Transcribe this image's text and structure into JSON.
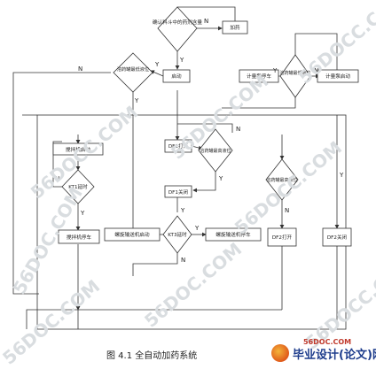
{
  "watermarks": [
    {
      "text": "56DOCC.COM"
    },
    {
      "text": "56DOC.COM"
    },
    {
      "text": "56DOC.COM"
    },
    {
      "text": "56DOCC.COM"
    },
    {
      "text": "56DOCC.COM"
    },
    {
      "text": "56DOC.COM"
    },
    {
      "text": "56DOCC.COM"
    },
    {
      "text": "56DOC.COM"
    }
  ],
  "nodes": {
    "check_material": "确认料斗中的药剂含量",
    "add_material": "加药",
    "liquid_low_top": "溶药罐最低液位",
    "start": "启动",
    "meter_pump_stop": "计量泵停车",
    "liquid_low_right": "溶药罐最低液位",
    "meter_pump_start": "计量泵启动",
    "stirrer_start": "搅拌机启动",
    "kt1": "KT1延时",
    "stirrer_stop": "搅拌机停车",
    "df1_open": "DF1打开",
    "liquid_high_mid": "溶药罐最高液位",
    "df1_close": "DF1关闭",
    "screw_start": "螺旋输送机启动",
    "kt3": "KT3延时",
    "screw_stop": "螺旋输送机停车",
    "liquid_high_right": "溶药罐最高液位",
    "df2_open": "DF2打开",
    "df2_close": "DF2关闭"
  },
  "labels": {
    "y": "Y",
    "n": "N"
  },
  "caption": "图 4.1  全自动加药系统",
  "brand": {
    "text": "毕业设计(论文)网",
    "url": "56DOC.COM"
  }
}
